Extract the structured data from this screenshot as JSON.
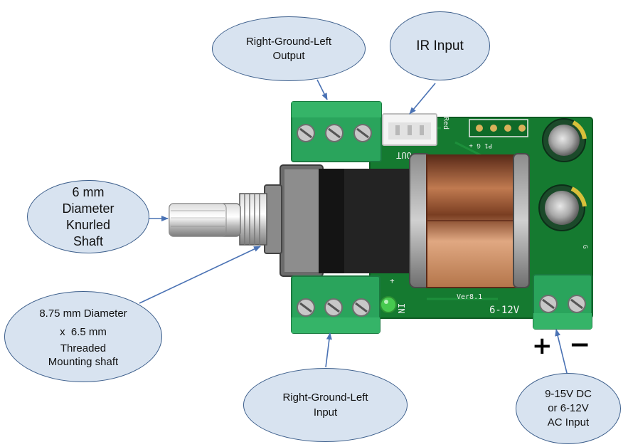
{
  "callouts": {
    "output_terminal": {
      "lines": [
        "Right-Ground-Left",
        "Output"
      ]
    },
    "ir_input": {
      "lines": [
        "IR Input"
      ]
    },
    "knurled_shaft": {
      "lines": [
        "6 mm",
        "Diameter",
        "Knurled",
        "Shaft"
      ]
    },
    "threaded_shaft": {
      "lines": [
        "8.75 mm Diameter",
        "x  6.5 mm",
        "Threaded",
        "Mounting shaft"
      ]
    },
    "input_terminal": {
      "lines": [
        "Right-Ground-Left",
        "Input"
      ]
    },
    "power_input": {
      "lines": [
        "9-15V DC",
        "or 6-12V",
        "AC Input"
      ]
    }
  },
  "polarity": {
    "plus": "+",
    "minus": "−"
  },
  "board_silkscreen": {
    "out": "OUT",
    "in": "IN",
    "version": "Ver8.1",
    "voltage": "6-12V",
    "ir_connector": "Red",
    "ir_header_label": "P1 G +",
    "ground_mark": "G",
    "plus_mark": "+",
    "partial_voltage": "6-12V"
  },
  "colors": {
    "callout_fill": "#d8e3f0",
    "callout_border": "#3d5f8c",
    "arrow": "#4a72b4",
    "pcb_green": "#157a30",
    "terminal_green": "#2aa45c",
    "coil_copper": "#b4754a"
  }
}
